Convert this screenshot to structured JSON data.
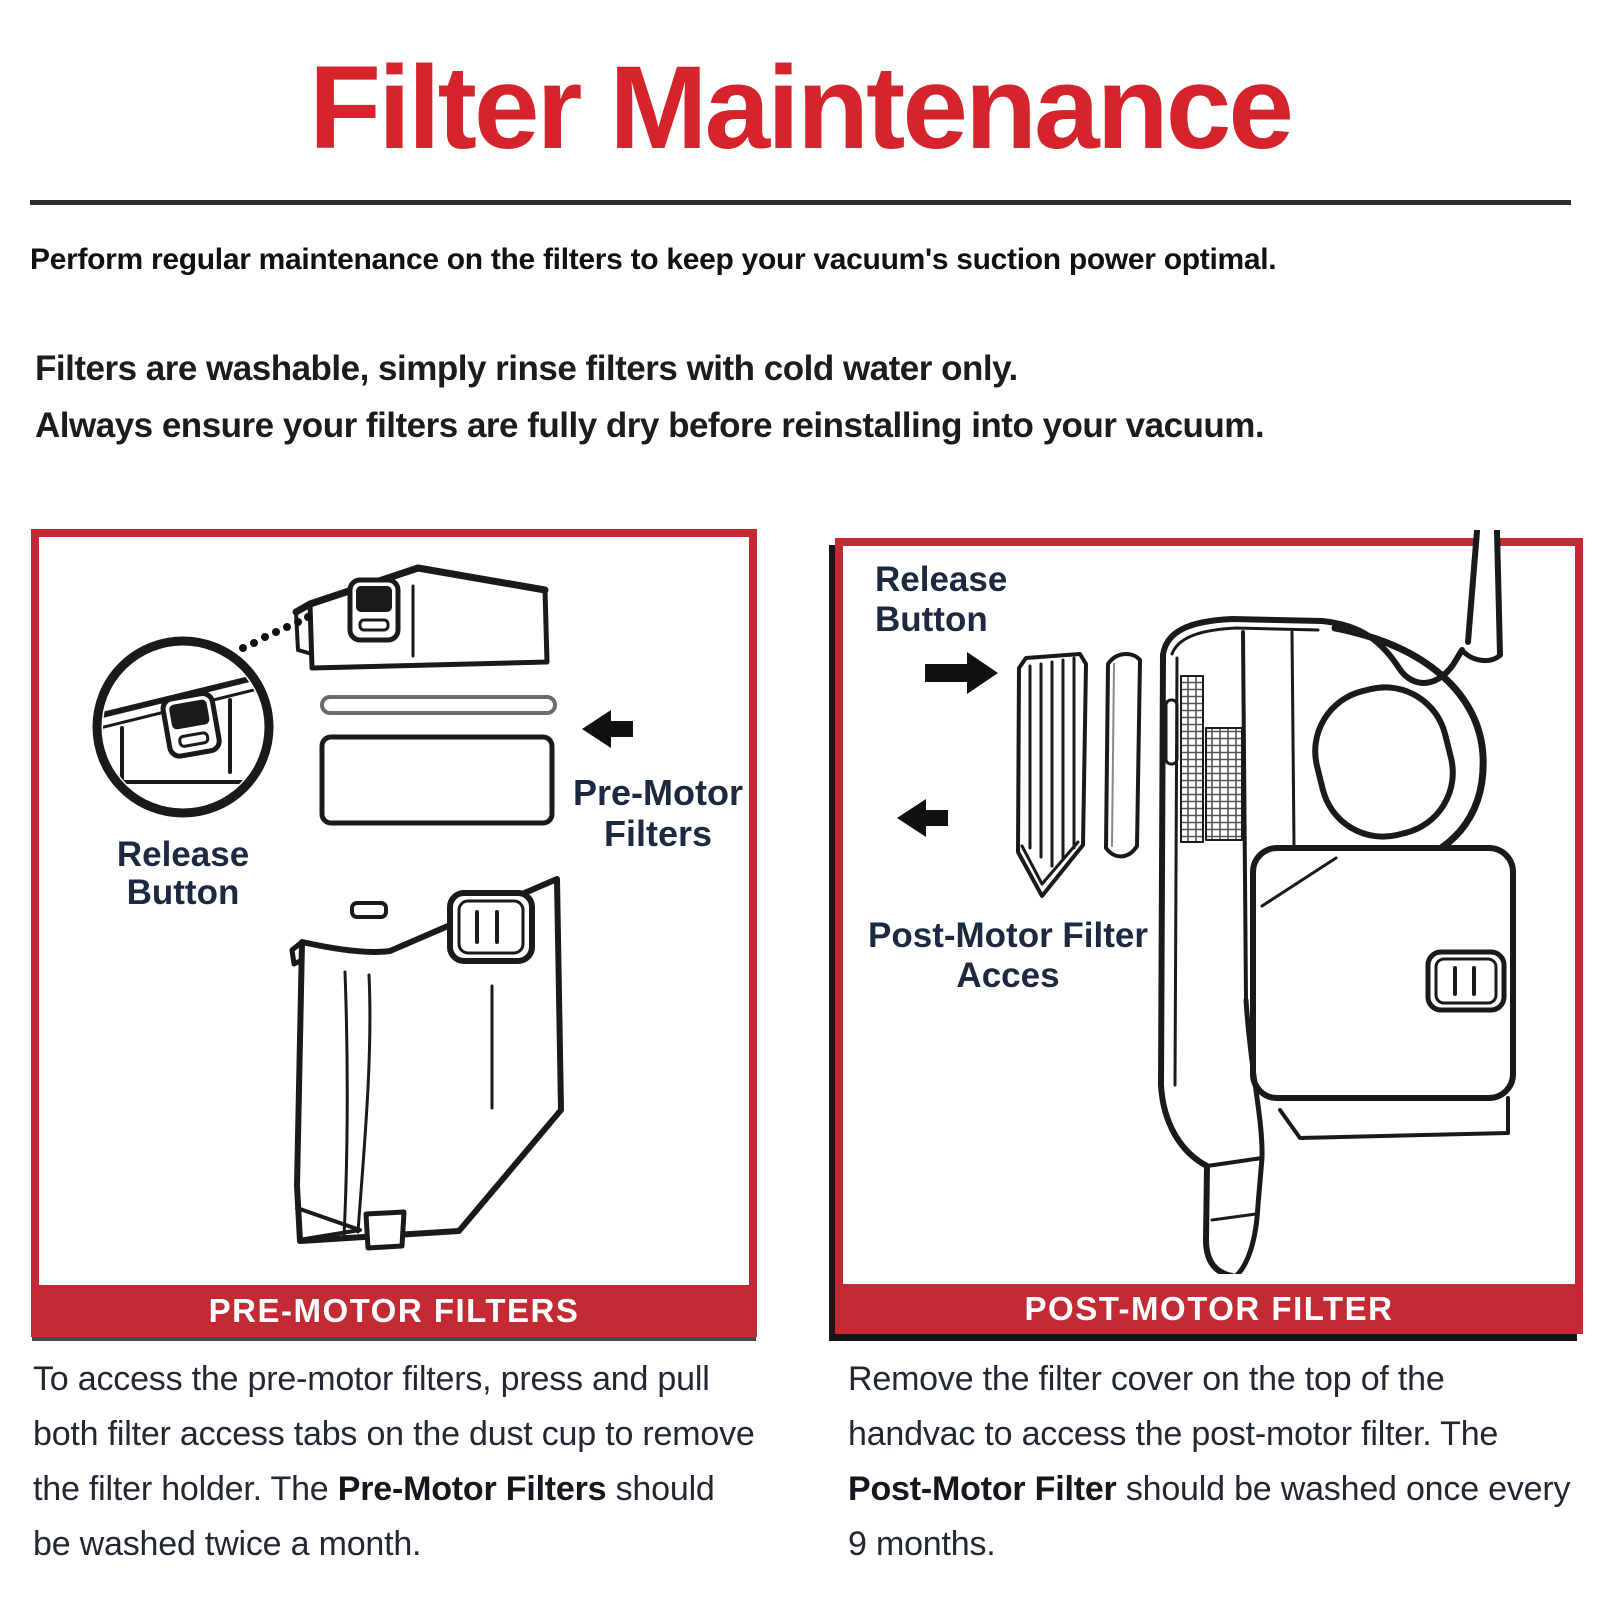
{
  "header": {
    "title": "Filter Maintenance",
    "intro": "Perform regular maintenance on the filters to keep your vacuum's suction power optimal.",
    "note_line1": "Filters are washable, simply rinse filters with cold water only.",
    "note_line2": "Always ensure your filters are fully dry before reinstalling into your vacuum."
  },
  "colors": {
    "title_red": "#D5242B",
    "accent_red": "#C32A33",
    "label_navy": "#1C2940",
    "ink": "#1A1A1A"
  },
  "left_panel": {
    "banner": "PRE-MOTOR FILTERS",
    "release_label_line1": "Release",
    "release_label_line2": "Button",
    "filters_label_line1": "Pre-Motor",
    "filters_label_line2": "Filters",
    "caption": {
      "pre": "To access the pre-motor filters, press and pull both filter access tabs on the dust cup to remove the filter holder.  The ",
      "bold": "Pre-Motor Filters",
      "post": " should be washed twice  a month."
    }
  },
  "right_panel": {
    "banner": "POST-MOTOR FILTER",
    "release_label_line1": "Release",
    "release_label_line2": "Button",
    "access_label_line1": "Post-Motor Filter",
    "access_label_line2": "Acces",
    "caption": {
      "pre": "Remove the filter cover on the top of the handvac to access the post-motor filter. The ",
      "bold": "Post-Motor Filter",
      "post": " should be washed once every 9 months."
    }
  }
}
